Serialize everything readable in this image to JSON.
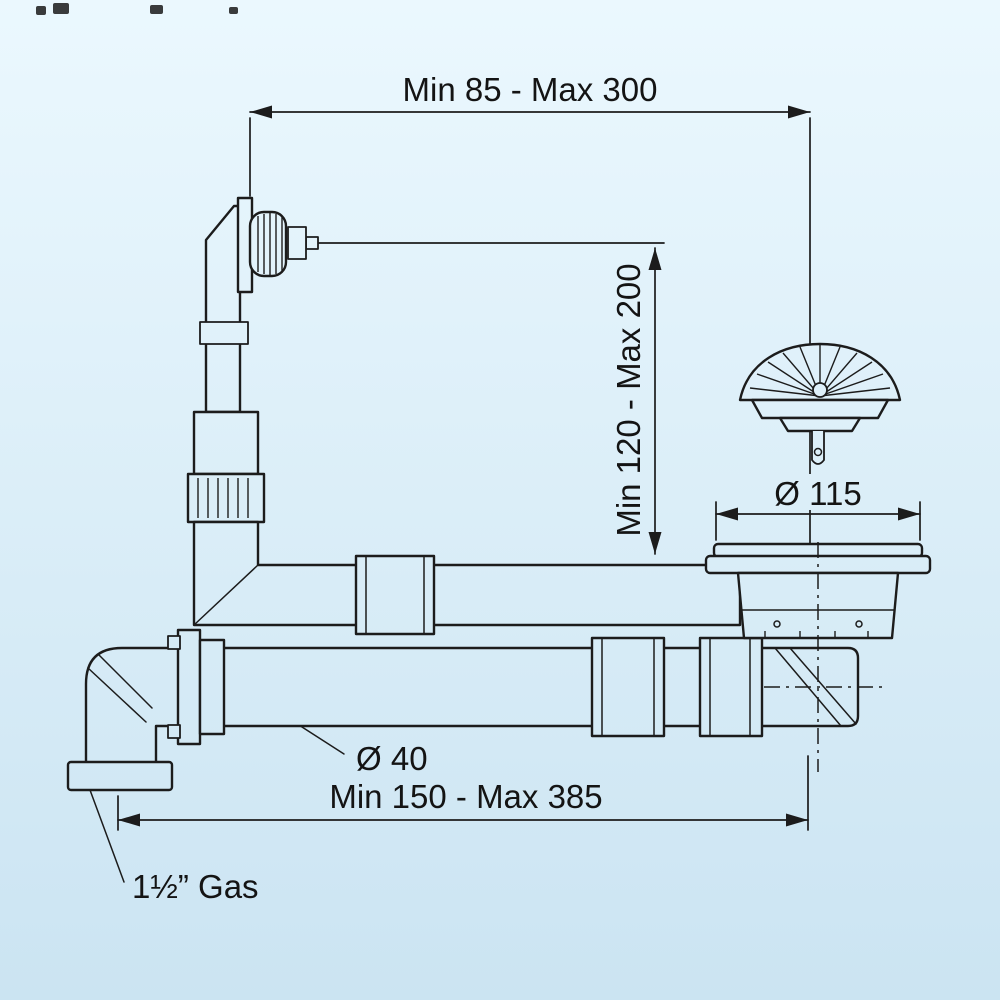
{
  "canvas": {
    "background_top": "#ebf8fe",
    "background_bottom": "#cbe4f2",
    "line_color": "#1c1c1c"
  },
  "diagram": {
    "labels": {
      "dim_top": "Min 85 - Max 300",
      "dim_vertical": "Min 120 - Max 200",
      "strainer_diameter": "Ø 115",
      "pipe_diameter": "Ø 40",
      "dim_bottom": "Min 150 - Max 385",
      "outlet_thread": "1½” Gas"
    }
  }
}
